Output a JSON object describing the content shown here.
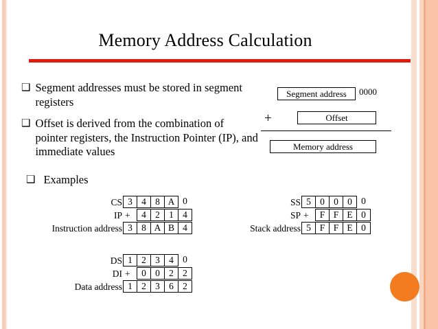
{
  "slide": {
    "title": "Memory Address Calculation",
    "accent_red": "#e01b10",
    "accent_orange": "#f47c20",
    "stripe_salmon": "#f9c4a8"
  },
  "bullets": [
    {
      "glyph": "❑",
      "text": "Segment addresses must be stored in segment registers"
    },
    {
      "glyph": "❑",
      "text": "Offset is derived from the combination of pointer registers, the Instruction Pointer (IP), and immediate values"
    },
    {
      "glyph": "❑",
      "text": "Examples"
    }
  ],
  "diagram": {
    "segment_address_label": "Segment address",
    "segment_trailing_zeros": "0000",
    "plus": "+",
    "offset_label": "Offset",
    "memory_address_label": "Memory address"
  },
  "examples": [
    {
      "id": "cs-ip",
      "rows": [
        {
          "label": "CS",
          "op": "",
          "cells": [
            "3",
            "4",
            "8",
            "A",
            "0"
          ],
          "boxed": [
            true,
            true,
            true,
            true,
            false
          ]
        },
        {
          "label": "IP",
          "op": "+",
          "cells": [
            "",
            "4",
            "2",
            "1",
            "4"
          ],
          "boxed": [
            false,
            true,
            true,
            true,
            true
          ]
        },
        {
          "label": "Instruction address",
          "op": "",
          "cells": [
            "3",
            "8",
            "A",
            "B",
            "4"
          ],
          "boxed": [
            true,
            true,
            true,
            true,
            true
          ]
        }
      ]
    },
    {
      "id": "ss-sp",
      "rows": [
        {
          "label": "SS",
          "op": "",
          "cells": [
            "5",
            "0",
            "0",
            "0",
            "0"
          ],
          "boxed": [
            true,
            true,
            true,
            true,
            false
          ]
        },
        {
          "label": "SP",
          "op": "+",
          "cells": [
            "",
            "F",
            "F",
            "E",
            "0"
          ],
          "boxed": [
            false,
            true,
            true,
            true,
            true
          ]
        },
        {
          "label": "Stack address",
          "op": "",
          "cells": [
            "5",
            "F",
            "F",
            "E",
            "0"
          ],
          "boxed": [
            true,
            true,
            true,
            true,
            true
          ]
        }
      ]
    },
    {
      "id": "ds-di",
      "rows": [
        {
          "label": "DS",
          "op": "",
          "cells": [
            "1",
            "2",
            "3",
            "4",
            "0"
          ],
          "boxed": [
            true,
            true,
            true,
            true,
            false
          ]
        },
        {
          "label": "DI",
          "op": "+",
          "cells": [
            "",
            "0",
            "0",
            "2",
            "2"
          ],
          "boxed": [
            false,
            true,
            true,
            true,
            true
          ]
        },
        {
          "label": "Data address",
          "op": "",
          "cells": [
            "1",
            "2",
            "3",
            "6",
            "2"
          ],
          "boxed": [
            true,
            true,
            true,
            true,
            true
          ]
        }
      ]
    }
  ]
}
